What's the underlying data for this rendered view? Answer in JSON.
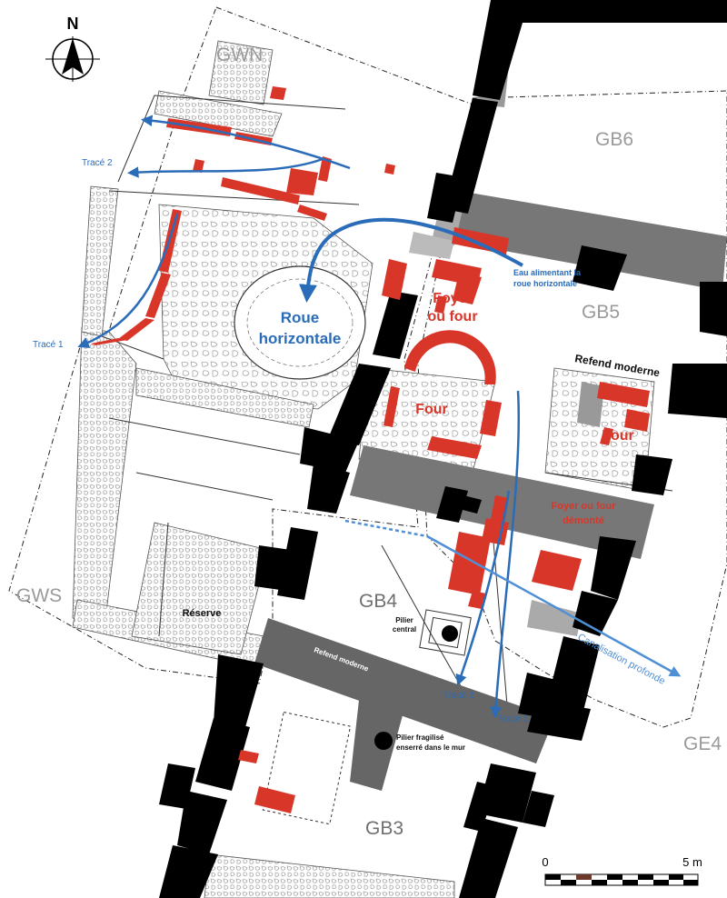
{
  "north_label": "N",
  "zones": {
    "gwn": "GWN",
    "gws": "GWS",
    "gb6": "GB6",
    "gb5": "GB5",
    "gb4": "GB4",
    "gb3": "GB3",
    "ge4": "GE4"
  },
  "labels": {
    "roue_line1": "Roue",
    "roue_line2": "horizontale",
    "foyer_line1": "Foyer",
    "foyer_line2": "ou four",
    "four_left": "Four",
    "four_right": "Four",
    "foyer_demonte_line1": "Foyer ou four",
    "foyer_demonte_line2": "démonté",
    "refend_top": "Refend moderne",
    "refend_bottom": "Refend moderne",
    "reserve": "Réserve",
    "pilier_central_line1": "Pilier",
    "pilier_central_line2": "central",
    "pilier_fragilise_line1": "Pilier fragilisé",
    "pilier_fragilise_line2": "enserré dans le mur",
    "eau_line1": "Eau alimentant la",
    "eau_line2": "roue horizontale",
    "trace2_top": "Tracé 2",
    "trace1_left": "Tracé 1",
    "trace2_bottom": "Tracé 2",
    "trace1_bottom": "Tracé 1",
    "canalisation": "Canalisation profonde"
  },
  "scale": {
    "start": "0",
    "end": "5 m"
  },
  "colors": {
    "wall": "#000000",
    "grey_wall": "#7a7a7a",
    "brick": "#d9362a",
    "water": "#2a6cb8",
    "stone": "#b5b5b5"
  }
}
